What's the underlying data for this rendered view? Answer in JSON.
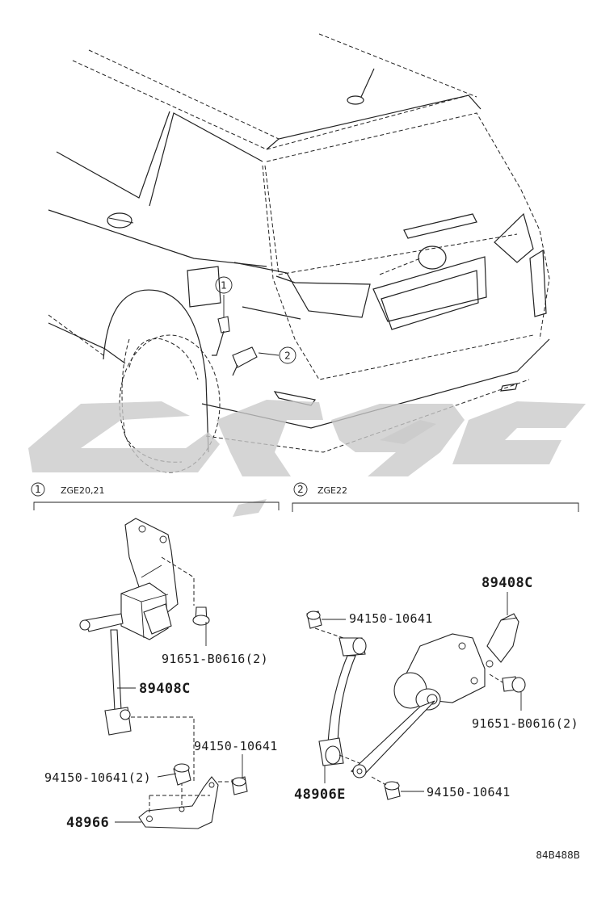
{
  "diagram": {
    "callouts": [
      {
        "id": "callout-1",
        "number": "1"
      },
      {
        "id": "callout-2",
        "number": "2"
      }
    ],
    "sections": [
      {
        "number": "1",
        "model": "ZGE20,21"
      },
      {
        "number": "2",
        "model": "ZGE22"
      }
    ],
    "parts_left": {
      "bolt": "91651-B0616(2)",
      "sensor": "89408C",
      "nut_right": "94150-10641",
      "nut_left": "94150-10641(2)",
      "bracket": "48966"
    },
    "parts_right": {
      "sensor": "89408C",
      "nut_top": "94150-10641",
      "bolt": "91651-B0616(2)",
      "link": "48906E",
      "nut_bottom": "94150-10641"
    },
    "illustration_code": "84B488B"
  }
}
